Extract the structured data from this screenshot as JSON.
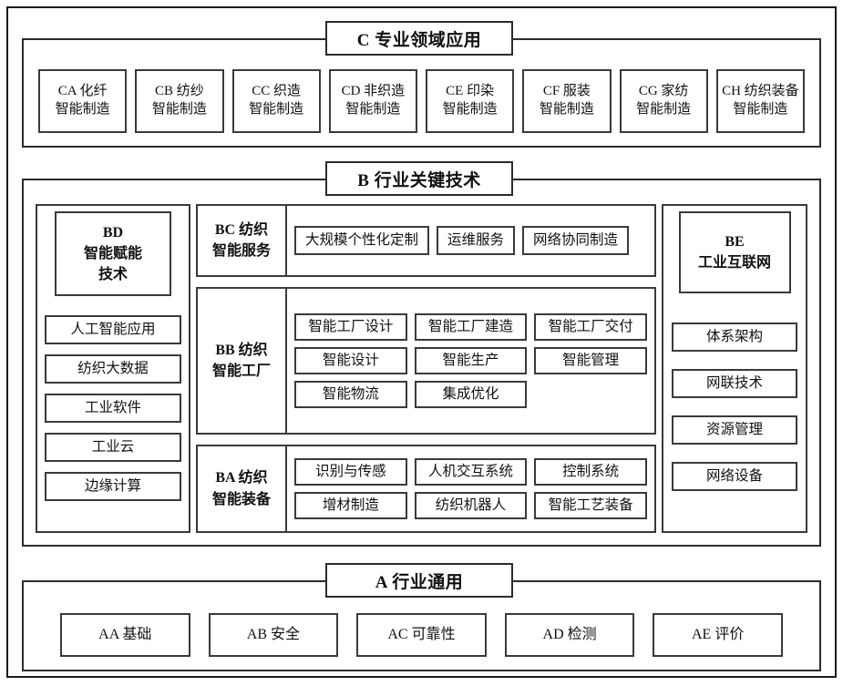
{
  "diagram": {
    "title_layer_c": "C 专业领域应用",
    "title_layer_b": "B 行业关键技术",
    "title_layer_a": "A 行业通用"
  },
  "layer_c": {
    "items": [
      {
        "line1": "CA 化纤",
        "line2": "智能制造"
      },
      {
        "line1": "CB 纺纱",
        "line2": "智能制造"
      },
      {
        "line1": "CC 织造",
        "line2": "智能制造"
      },
      {
        "line1": "CD 非织造",
        "line2": "智能制造"
      },
      {
        "line1": "CE 印染",
        "line2": "智能制造"
      },
      {
        "line1": "CF 服装",
        "line2": "智能制造"
      },
      {
        "line1": "CG 家纺",
        "line2": "智能制造"
      },
      {
        "line1": "CH 纺织装备",
        "line2": "智能制造"
      }
    ]
  },
  "layer_b": {
    "bd": {
      "head_line1": "BD",
      "head_line2": "智能赋能",
      "head_line3": "技术",
      "items": [
        "人工智能应用",
        "纺织大数据",
        "工业软件",
        "工业云",
        "边缘计算"
      ]
    },
    "bc": {
      "label_line1": "BC 纺织",
      "label_line2": "智能服务",
      "items": [
        "大规模个性化定制",
        "运维服务",
        "网络协同制造"
      ]
    },
    "bb": {
      "label_line1": "BB 纺织",
      "label_line2": "智能工厂",
      "items": [
        "智能工厂设计",
        "智能工厂建造",
        "智能工厂交付",
        "智能设计",
        "智能生产",
        "智能管理",
        "智能物流",
        "集成优化"
      ]
    },
    "ba": {
      "label_line1": "BA 纺织",
      "label_line2": "智能装备",
      "items": [
        "识别与传感",
        "人机交互系统",
        "控制系统",
        "增材制造",
        "纺织机器人",
        "智能工艺装备"
      ]
    },
    "be": {
      "head_line1": "BE",
      "head_line2": "工业互联网",
      "items": [
        "体系架构",
        "网联技术",
        "资源管理",
        "网络设备"
      ]
    }
  },
  "layer_a": {
    "items": [
      "AA 基础",
      "AB 安全",
      "AC 可靠性",
      "AD 检测",
      "AE 评价"
    ]
  },
  "colors": {
    "frame": "#1a1a1a",
    "section_border": "#2b2b2b",
    "box_border": "#3a3a3a",
    "background": "#ffffff",
    "text": "#111111"
  }
}
